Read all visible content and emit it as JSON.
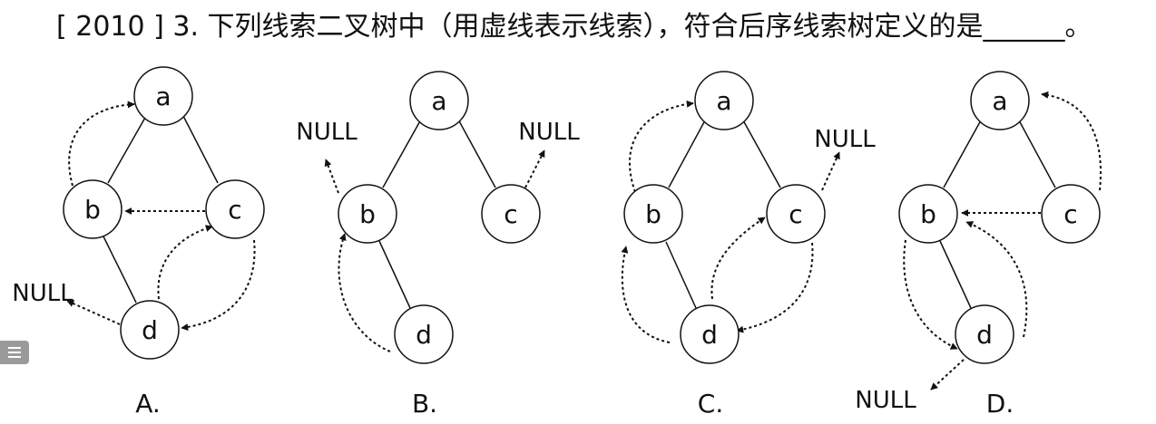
{
  "question": {
    "text": "[ 2010 ] 3. 下列线索二叉树中（用虚线表示线索），符合后序线索树定义的是______。"
  },
  "options": [
    {
      "label": "A.",
      "nodes": [
        "a",
        "b",
        "c",
        "d"
      ],
      "null_labels": [
        "NULL"
      ]
    },
    {
      "label": "B.",
      "nodes": [
        "a",
        "b",
        "c",
        "d"
      ],
      "null_labels": [
        "NULL",
        "NULL"
      ]
    },
    {
      "label": "C.",
      "nodes": [
        "a",
        "b",
        "c",
        "d"
      ],
      "null_labels": [
        "NULL"
      ]
    },
    {
      "label": "D.",
      "nodes": [
        "a",
        "b",
        "c",
        "d"
      ],
      "null_labels": [
        "NULL"
      ]
    }
  ],
  "icons": {
    "side_panel": "list-icon"
  }
}
